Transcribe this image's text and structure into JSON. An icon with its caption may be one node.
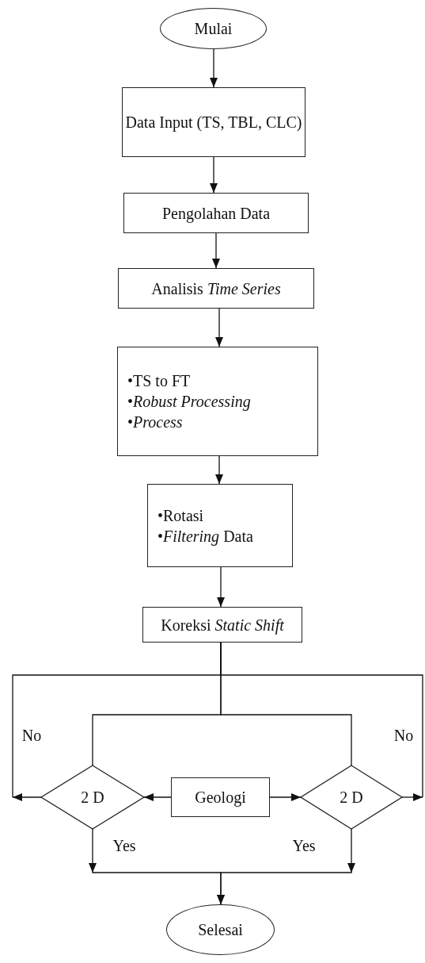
{
  "diagram": {
    "nodes": [
      {
        "text": [
          "Mulai"
        ]
      },
      {
        "text": [
          "Data Input (TS, TBL, CLC)"
        ]
      },
      {
        "text": [
          "Pengolahan Data"
        ]
      },
      {
        "text": [
          "Analisis *Time Series*"
        ]
      },
      {
        "text": [
          "•TS to FT",
          "•*Robust Processing*",
          "•*Process*"
        ]
      },
      {
        "text": [
          "•Rotasi",
          "•*Filtering* Data"
        ]
      },
      {
        "text": [
          "Koreksi *Static Shift*"
        ]
      },
      {
        "text": [
          "2 D"
        ]
      },
      {
        "text": [
          "Geologi"
        ]
      },
      {
        "text": [
          "2 D"
        ]
      },
      {
        "text": [
          "Selesai"
        ]
      }
    ],
    "edges": [
      {
        "from": 0,
        "to": 1,
        "arrow": "to"
      },
      {
        "from": 1,
        "to": 2,
        "arrow": "to"
      },
      {
        "from": 2,
        "to": 3,
        "arrow": "to"
      },
      {
        "from": 3,
        "to": 4,
        "arrow": "to"
      },
      {
        "from": 4,
        "to": 5,
        "arrow": "to"
      },
      {
        "from": 5,
        "to": 6,
        "arrow": "to"
      },
      {
        "from": 6,
        "to": 7,
        "arrow": "none"
      },
      {
        "from": 6,
        "to": 9,
        "arrow": "none"
      },
      {
        "from": 8,
        "to": 7,
        "arrow": "to"
      },
      {
        "from": 8,
        "to": 9,
        "arrow": "to"
      },
      {
        "from": 7,
        "to": null,
        "arrow": "to"
      },
      {
        "from": 9,
        "to": null,
        "arrow": "to"
      },
      {
        "from": 7,
        "to": 10,
        "arrow": "to",
        "label": "Yes"
      },
      {
        "from": 9,
        "to": 10,
        "arrow": "to",
        "label": "Yes"
      },
      {
        "from": 6,
        "to": null,
        "arrow": "none",
        "label": "No"
      },
      {
        "from": 6,
        "to": null,
        "arrow": "none",
        "label": "No"
      }
    ]
  }
}
